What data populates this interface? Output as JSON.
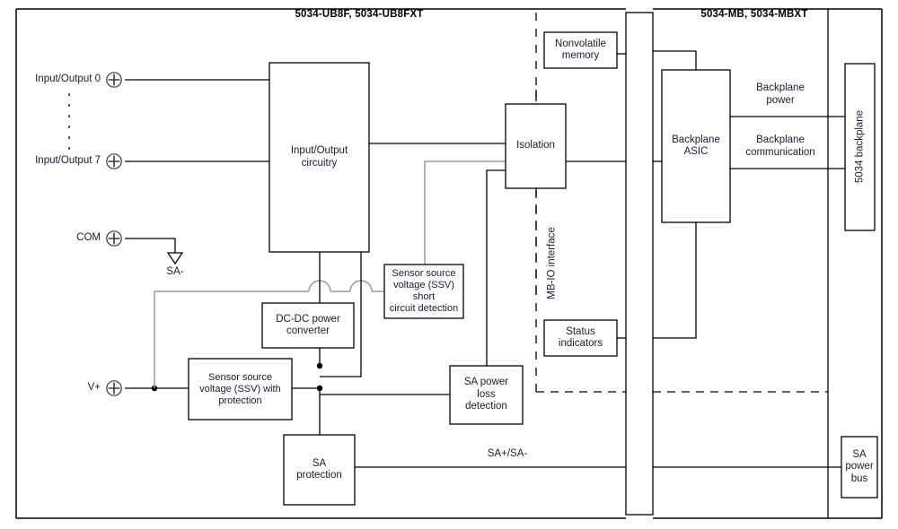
{
  "diagram": {
    "title_left": "5034-UB8F, 5034-UB8FXT",
    "title_right": "5034-MB, 5034-MBXT"
  },
  "terminals": [
    {
      "id": "io0",
      "label": "Input/Output 0",
      "icon": "screw-terminal-icon"
    },
    {
      "id": "io7",
      "label": "Input/Output 7",
      "icon": "screw-terminal-icon"
    },
    {
      "id": "com",
      "label": "COM",
      "icon": "screw-terminal-icon"
    },
    {
      "id": "vplus",
      "label": "V+",
      "icon": "screw-terminal-icon"
    }
  ],
  "ground": {
    "label": "SA-",
    "icon": "ground-triangle-icon"
  },
  "blocks": {
    "io_circuitry": "Input/Output\ncircuitry",
    "nonvolatile_memory": "Nonvolatile\nmemory",
    "isolation": "Isolation",
    "backplane_asic": "Backplane\nASIC",
    "backplane_5034": "5034 backplane",
    "mb_io_interface": "MB-IO interface",
    "ssv_short_circuit": "Sensor source\nvoltage (SSV) short\ncircuit detection",
    "dcdc_converter": "DC-DC power\nconverter",
    "ssv_protection": "Sensor source\nvoltage (SSV) with\nprotection",
    "status_indicators": "Status\nindicators",
    "sa_power_loss": "SA power\nloss\ndetection",
    "sa_protection": "SA\nprotection",
    "sa_power_bus": "SA\npower\nbus"
  },
  "wire_labels": {
    "backplane_power": "Backplane\npower",
    "backplane_communication": "Backplane\ncommunication",
    "sa_plus_minus": "SA+/SA-"
  },
  "colors": {
    "line": "#000000",
    "gray_line": "#9a9a9a",
    "text": "#1a1a2e",
    "background": "#ffffff"
  }
}
